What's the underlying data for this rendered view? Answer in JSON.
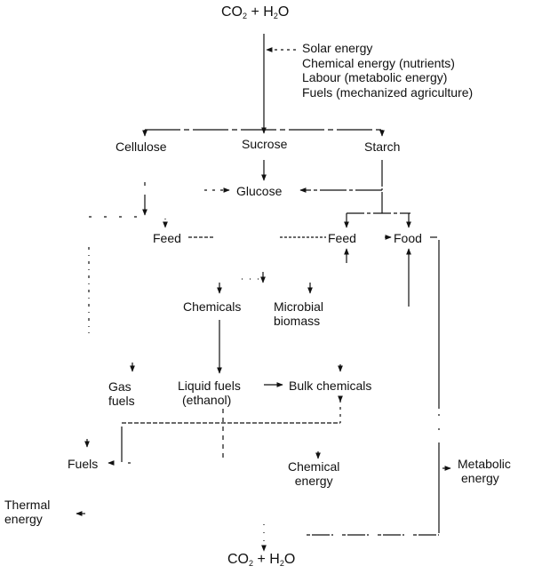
{
  "diagram": {
    "top_node": {
      "co2": "CO",
      "co2_sub": "2",
      "plus": "+",
      "h2o_h": "H",
      "h2o_sub": "2",
      "h2o_o": "O"
    },
    "inputs": [
      "Solar energy",
      "Chemical energy (nutrients)",
      "Labour (metabolic energy)",
      "Fuels (mechanized agriculture)"
    ],
    "nodes": {
      "cellulose": "Cellulose",
      "sucrose": "Sucrose",
      "starch": "Starch",
      "glucose": "Glucose",
      "feed_left": "Feed",
      "feed_right": "Feed",
      "food": "Food",
      "chemicals": "Chemicals",
      "microbial_biomass_1": "Microbial",
      "microbial_biomass_2": "biomass",
      "gas_fuels_1": "Gas",
      "gas_fuels_2": "fuels",
      "liquid_fuels_1": "Liquid fuels",
      "liquid_fuels_2": "(ethanol)",
      "bulk_chemicals": "Bulk chemicals",
      "fuels": "Fuels",
      "chemical_energy_1": "Chemical",
      "chemical_energy_2": "energy",
      "metabolic_energy_1": "Metabolic",
      "metabolic_energy_2": "energy",
      "thermal_energy_1": "Thermal",
      "thermal_energy_2": "energy"
    },
    "bottom_node": {
      "co2": "CO",
      "co2_sub": "2",
      "plus": "+",
      "h2o_h": "H",
      "h2o_sub": "2",
      "h2o_o": "O"
    }
  }
}
